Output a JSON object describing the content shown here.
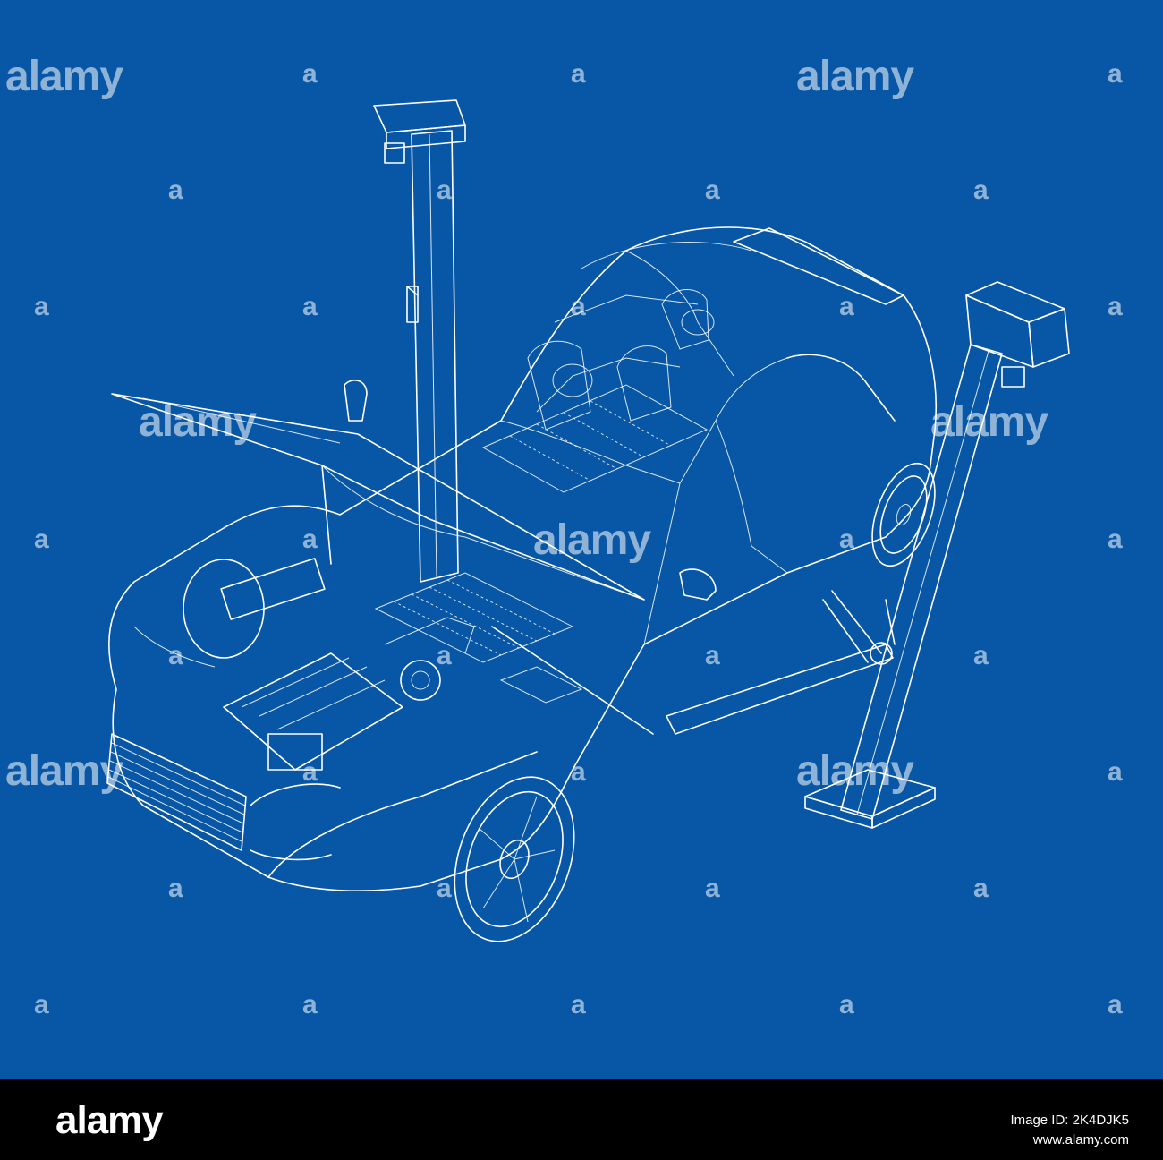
{
  "watermark": {
    "word": "alamy",
    "mark": "a"
  },
  "footer": {
    "logo": "alamy",
    "image_id": "Image ID: 2K4DJK5",
    "url": "www.alamy.com"
  },
  "colors": {
    "background": "#0757a6",
    "lines": "#ffffff",
    "footer": "#000000"
  }
}
